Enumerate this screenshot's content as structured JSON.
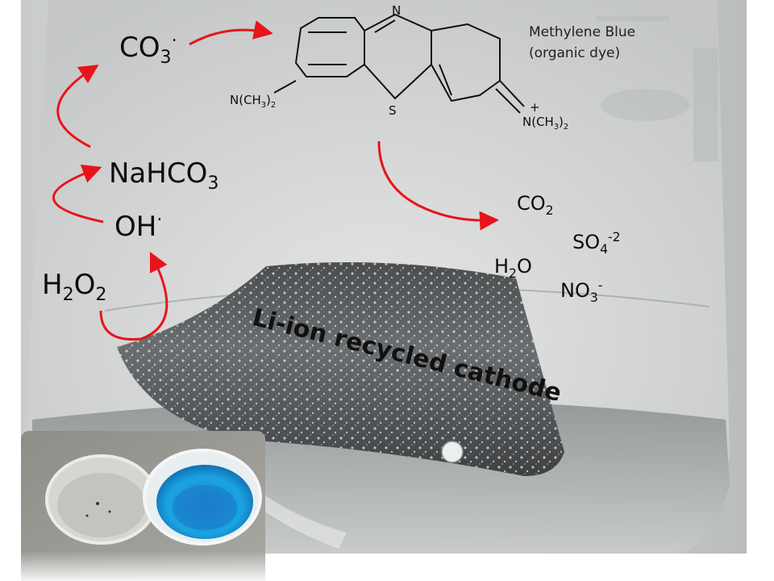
{
  "species": {
    "co3": {
      "base": "CO",
      "sub": "3",
      "sup": "·"
    },
    "nahco3": {
      "base": "NaHCO",
      "sub": "3"
    },
    "oh": {
      "base": "OH",
      "sup": "·"
    },
    "h2o2": {
      "a": "H",
      "sub1": "2",
      "b": "O",
      "sub2": "2"
    }
  },
  "products": {
    "co2": {
      "base": "CO",
      "sub": "2"
    },
    "so4": {
      "base": "SO",
      "sub": "4",
      "sup": "-2"
    },
    "h2o": {
      "a": "H",
      "sub": "2",
      "b": "O"
    },
    "no3": {
      "base": "NO",
      "sub": "3",
      "sup": "-"
    }
  },
  "molecule": {
    "name": "Methylene Blue",
    "note": "(organic dye)",
    "atom_n": "N",
    "atom_s": "S",
    "left_group": {
      "base": "N(CH",
      "sub1": "3",
      "mid": ")",
      "sub2": "2"
    },
    "right_group": {
      "base": "N(CH",
      "sub1": "3",
      "mid": ")",
      "sub2": "2",
      "charge": "+"
    }
  },
  "cathode_label": "Li-ion recycled cathode",
  "colors": {
    "arrow": "#e8141c",
    "text": "#0d0d0d",
    "dye": "#1aa4e0"
  }
}
